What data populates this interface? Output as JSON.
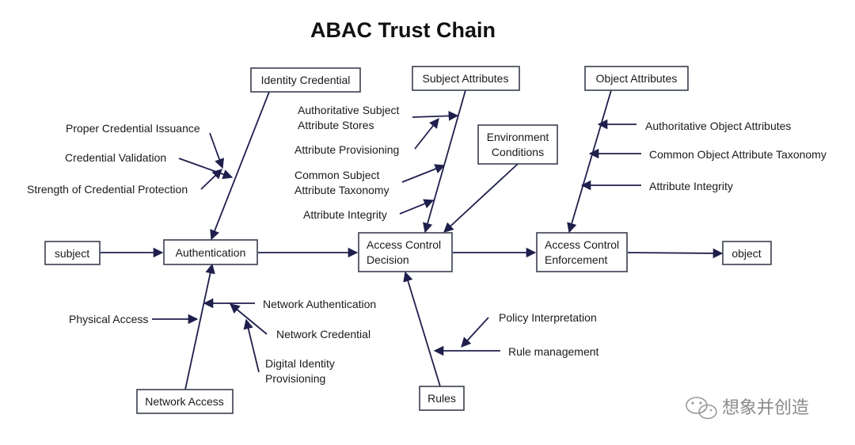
{
  "title": "ABAC Trust Chain",
  "boxes": {
    "subject": "subject",
    "authentication": "Authentication",
    "access_control_decision": [
      "Access Control",
      "Decision"
    ],
    "access_control_enforcement": [
      "Access Control",
      "Enforcement"
    ],
    "object": "object",
    "identity_credential": "Identity Credential",
    "subject_attributes": "Subject Attributes",
    "environment_conditions": [
      "Environment",
      "Conditions"
    ],
    "object_attributes": "Object Attributes",
    "network_access": "Network Access",
    "rules": "Rules"
  },
  "labels": {
    "proper_credential_issuance": "Proper Credential Issuance",
    "credential_validation": "Credential Validation",
    "strength_of_credential_protection": "Strength of Credential Protection",
    "authoritative_subject_attribute_stores": [
      "Authoritative Subject",
      "Attribute Stores"
    ],
    "attribute_provisioning": "Attribute Provisioning",
    "common_subject_attribute_taxonomy": [
      "Common Subject",
      "Attribute Taxonomy"
    ],
    "subject_attribute_integrity": "Attribute Integrity",
    "authoritative_object_attributes": "Authoritative Object Attributes",
    "common_object_attribute_taxonomy": "Common Object Attribute Taxonomy",
    "object_attribute_integrity": "Attribute Integrity",
    "physical_access": "Physical Access",
    "network_authentication": "Network Authentication",
    "network_credential": "Network Credential",
    "digital_identity_provisioning": [
      "Digital Identity",
      "Provisioning"
    ],
    "policy_interpretation": "Policy Interpretation",
    "rule_management": "Rule management"
  },
  "watermark": "想象并创造",
  "colors": {
    "line": "#1f1f4d",
    "box_border": "#3a3f4f",
    "watermark": "#8a8a8a"
  }
}
